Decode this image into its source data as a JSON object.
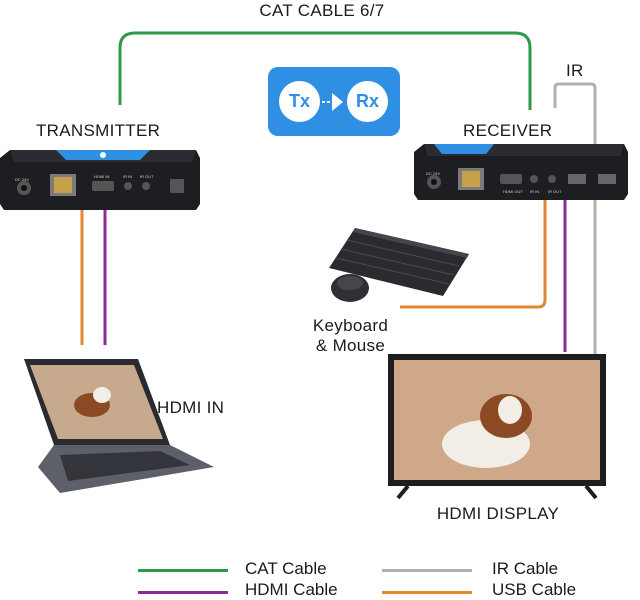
{
  "labels": {
    "cat_cable": "CAT CABLE 6/7",
    "ir": "IR",
    "transmitter": "TRANSMITTER",
    "receiver": "RECEIVER",
    "keyboard_line1": "Keyboard",
    "keyboard_line2": "& Mouse",
    "hdmi_in": "HDMI IN",
    "hdmi_display": "HDMI DISPLAY"
  },
  "badge": {
    "tx": "Tx",
    "rx": "Rx"
  },
  "device_ports": {
    "transmitter": [
      "DC 24V",
      "HDMI IN",
      "IR IN",
      "IR OUT"
    ],
    "receiver": [
      "DC 24V",
      "HDMI OUT",
      "IR IN",
      "IR OUT"
    ]
  },
  "legend": [
    {
      "label": "CAT Cable",
      "color": "#2e9a48"
    },
    {
      "label": "IR Cable",
      "color": "#b2b0a8"
    },
    {
      "label": "HDMI Cable",
      "color": "#8e2a99"
    },
    {
      "label": "USB Cable",
      "color": "#e2892e"
    }
  ],
  "colors": {
    "cat": "#2e9a48",
    "hdmi": "#8e2a99",
    "ir": "#b2b0a8",
    "usb": "#e2892e",
    "accent": "#2f8fe3",
    "device": "#1d1e22"
  }
}
